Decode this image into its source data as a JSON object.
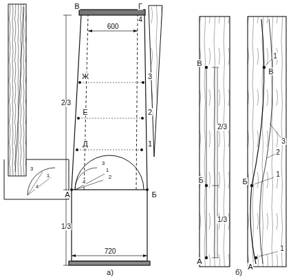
{
  "diagram": {
    "labels": [
      "В",
      "Г",
      "4",
      "600",
      "Ж",
      "3",
      "2/3",
      "Е",
      "2",
      "Д",
      "1",
      "А",
      "Б",
      "1/3",
      "720",
      "а)",
      "1",
      "2",
      "3",
      "4",
      "1",
      "3",
      "4",
      "В",
      "1",
      "В",
      "2/3",
      "Б",
      "Б",
      "1",
      "1/3",
      "А",
      "А",
      "1",
      "3",
      "2",
      "б)"
    ]
  }
}
